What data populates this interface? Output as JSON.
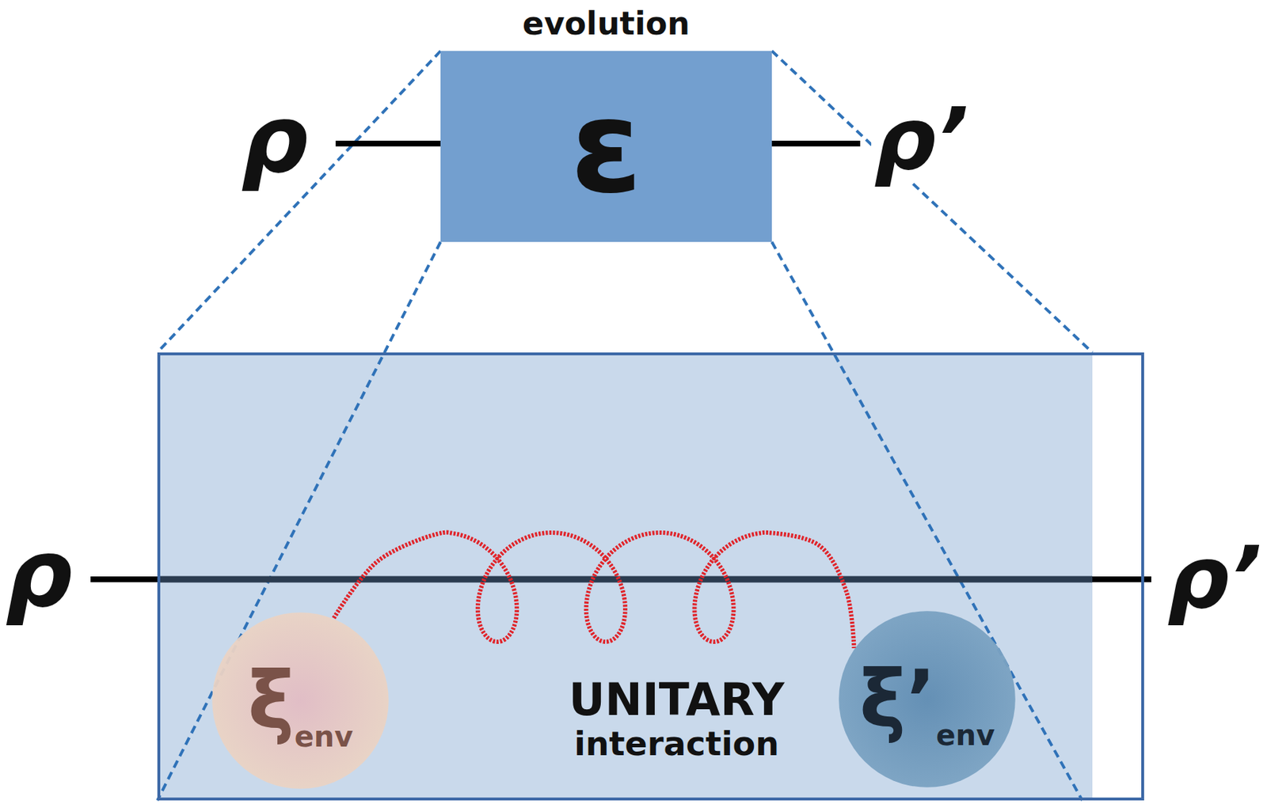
{
  "diagram": {
    "nodes": [
      {
        "text": [
          "evolution",
          "ε"
        ]
      },
      {
        "text": [
          "UNITARY",
          "interaction"
        ]
      },
      {
        "text": [
          "ξ",
          "env"
        ],
        "in": 1
      },
      {
        "text": [
          "ξ’",
          "env"
        ],
        "in": 1
      }
    ],
    "edges": [
      {
        "from": 2,
        "to": 3,
        "arrow": "none"
      }
    ],
    "labels": [
      "ρ",
      "ρ’",
      "ρ",
      "ρ’"
    ]
  }
}
